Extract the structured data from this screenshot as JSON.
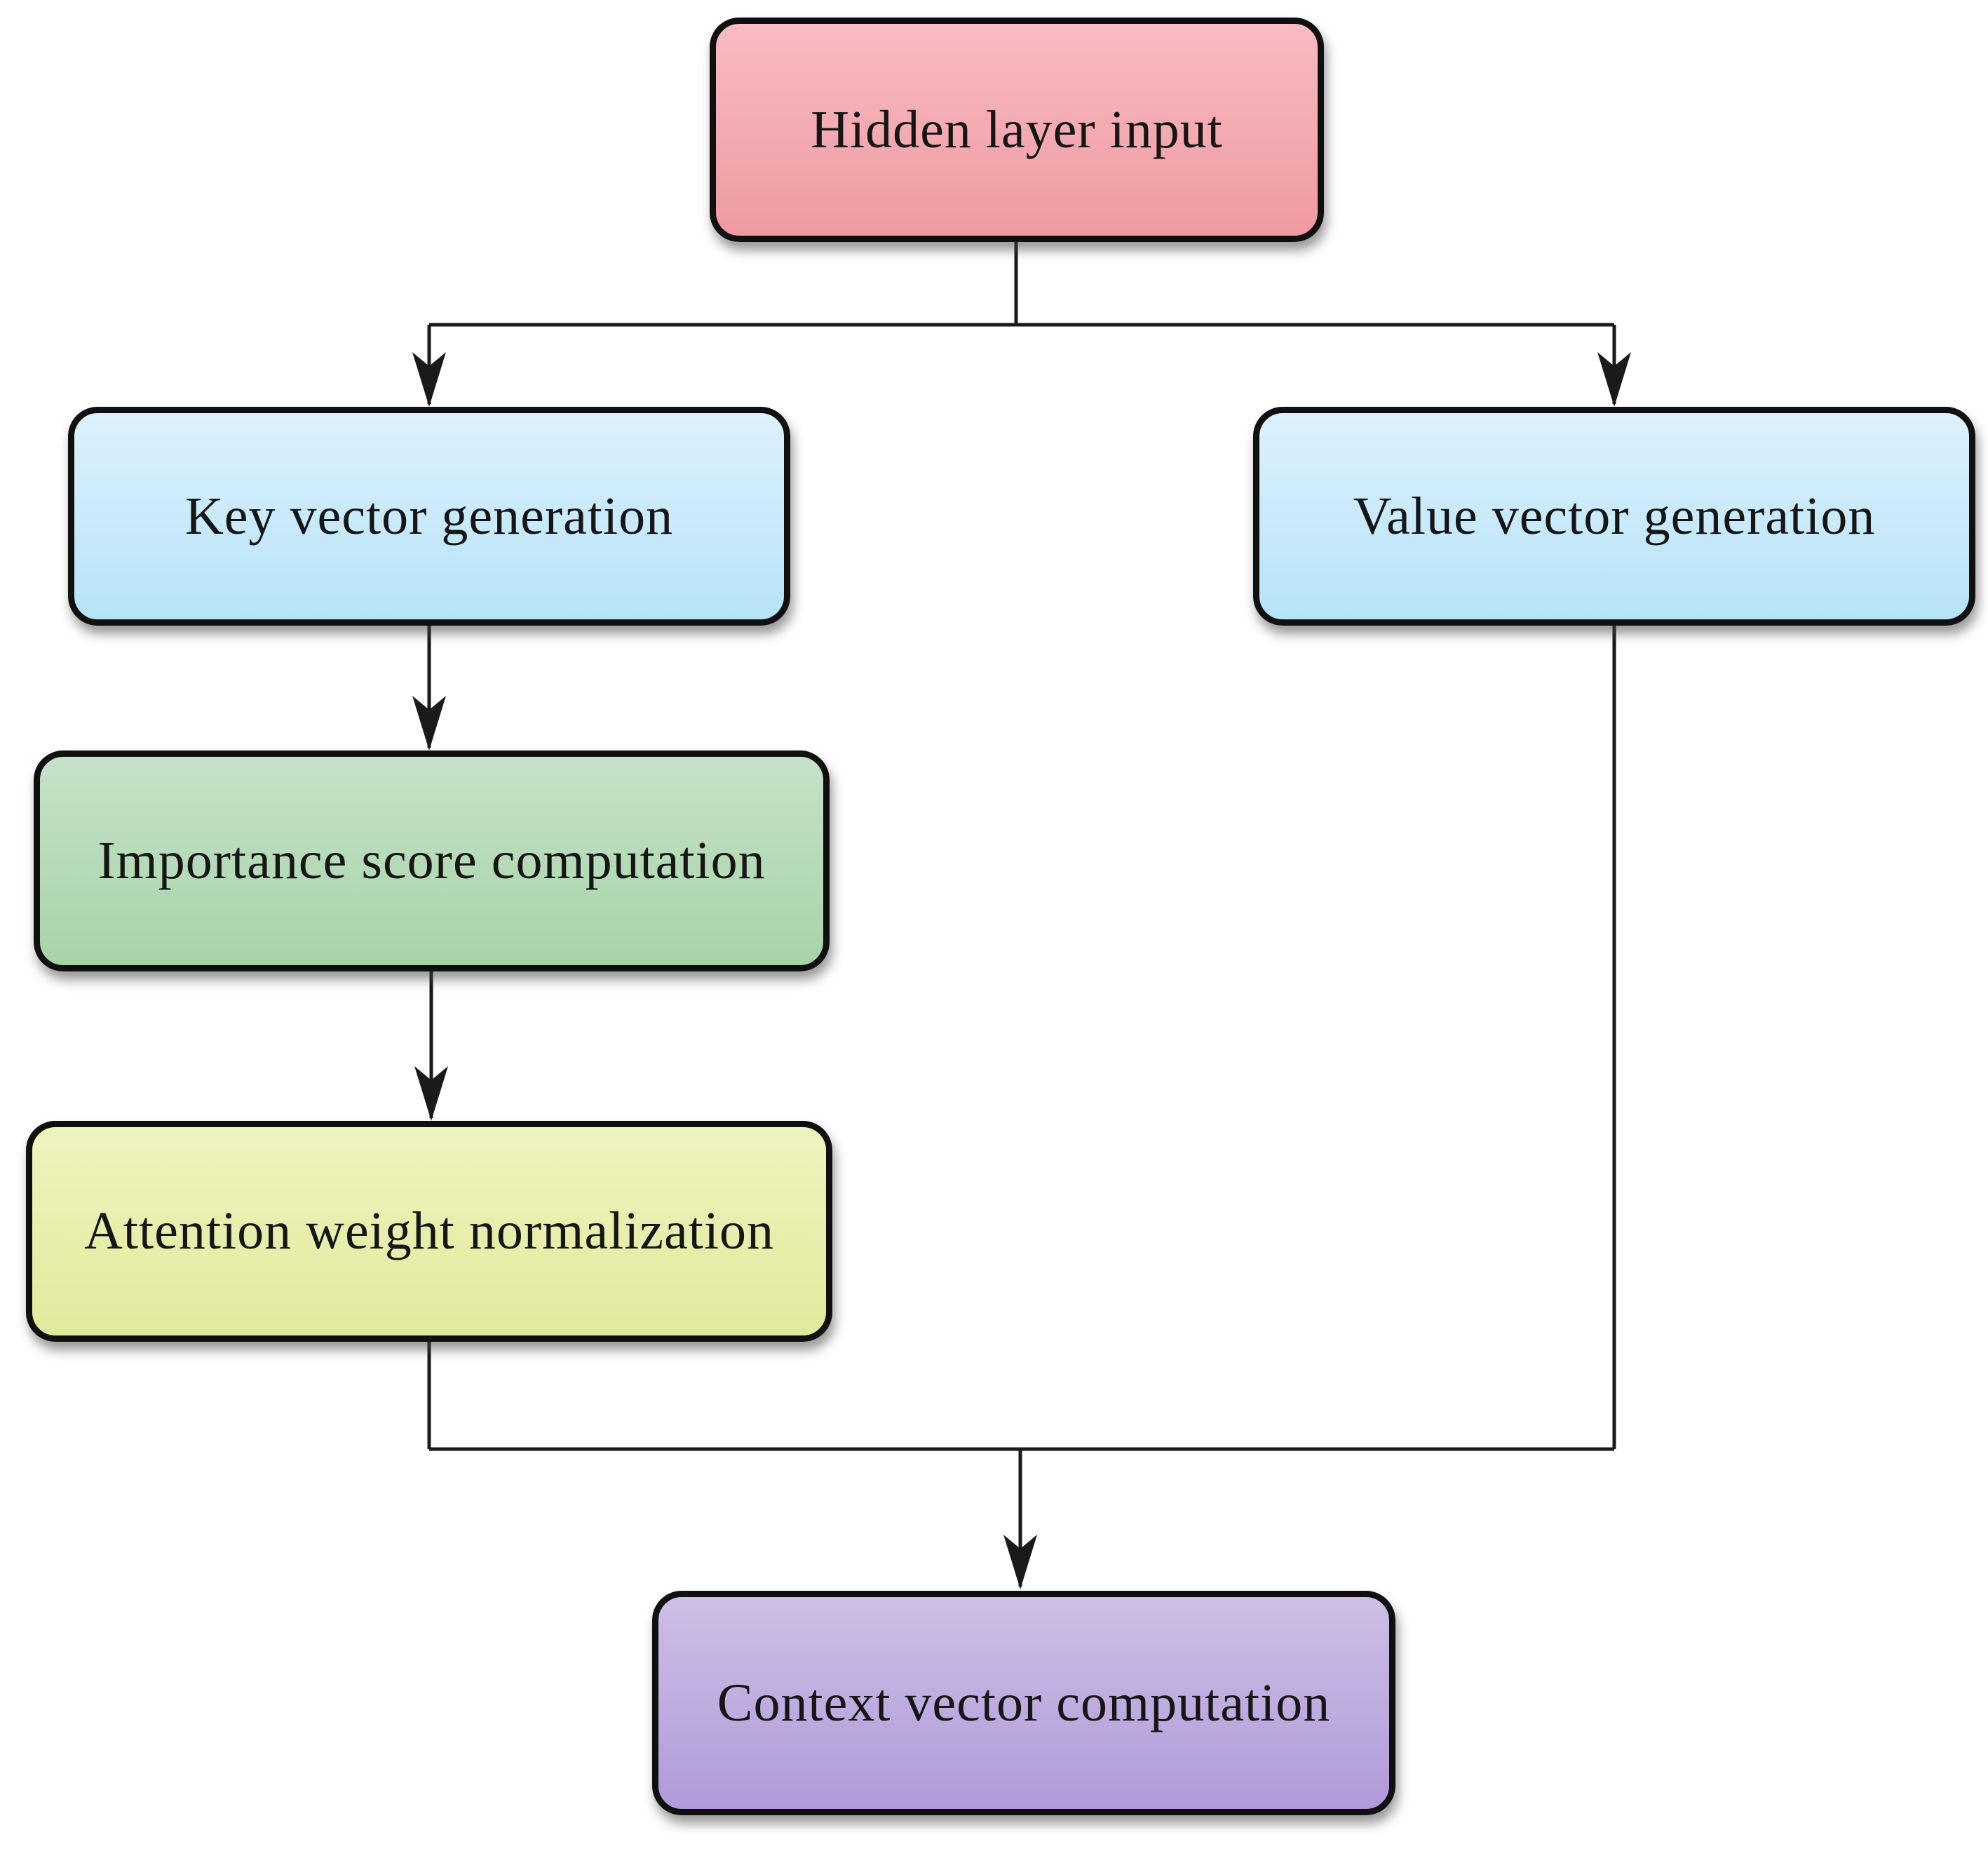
{
  "diagram": {
    "type": "flowchart",
    "background": "#ffffff",
    "border_color": "#101010",
    "line_color": "#1a1a1a",
    "text_color": "#161616",
    "nodes": {
      "hidden": {
        "label": "Hidden layer input",
        "fill_top": "#f8bcc2",
        "fill_bottom": "#ef99a1"
      },
      "key": {
        "label": "Key vector generation",
        "fill_top": "#ddf1fb",
        "fill_bottom": "#b6e3f8"
      },
      "value": {
        "label": "Value vector generation",
        "fill_top": "#ddf1fb",
        "fill_bottom": "#b6e3f8"
      },
      "importance": {
        "label": "Importance score computation",
        "fill_top": "#c6e2c7",
        "fill_bottom": "#a6d3a9"
      },
      "attention": {
        "label": "Attention weight normalization",
        "fill_top": "#eff3be",
        "fill_bottom": "#e0ea9c"
      },
      "context": {
        "label": "Context vector computation",
        "fill_top": "#cdbfe6",
        "fill_bottom": "#b09ad9"
      }
    },
    "edges": [
      {
        "from": "hidden",
        "to": "key"
      },
      {
        "from": "hidden",
        "to": "value"
      },
      {
        "from": "key",
        "to": "importance"
      },
      {
        "from": "importance",
        "to": "attention"
      },
      {
        "from": "attention",
        "to": "context"
      },
      {
        "from": "value",
        "to": "context"
      }
    ]
  }
}
